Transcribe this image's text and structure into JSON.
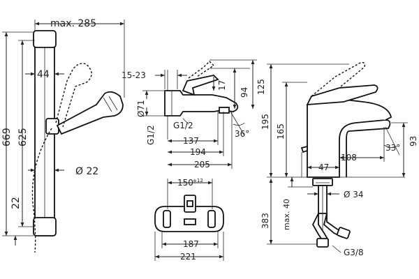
{
  "labels": {
    "max_285": "max. 285",
    "d669": "669",
    "d625": "625",
    "d44": "44",
    "d22_left": "22",
    "dia22": "Ø 22",
    "d15_23": "15-23",
    "dia71": "Ø71",
    "g12_v": "G1/2",
    "g12_h": "G1/2",
    "d17": "17",
    "d94": "94",
    "d125": "125",
    "d137": "137",
    "d194": "194",
    "d205": "205",
    "ang36": "36°",
    "d195": "195",
    "d165": "165",
    "d108": "108",
    "ang33": "33°",
    "d93": "93",
    "d47": "47",
    "d150": "150",
    "d150_tol": "±12",
    "d187": "187",
    "d221": "221",
    "d383": "383",
    "max40": "max. 40",
    "dia34": "Ø 34",
    "g38": "G3/8"
  }
}
